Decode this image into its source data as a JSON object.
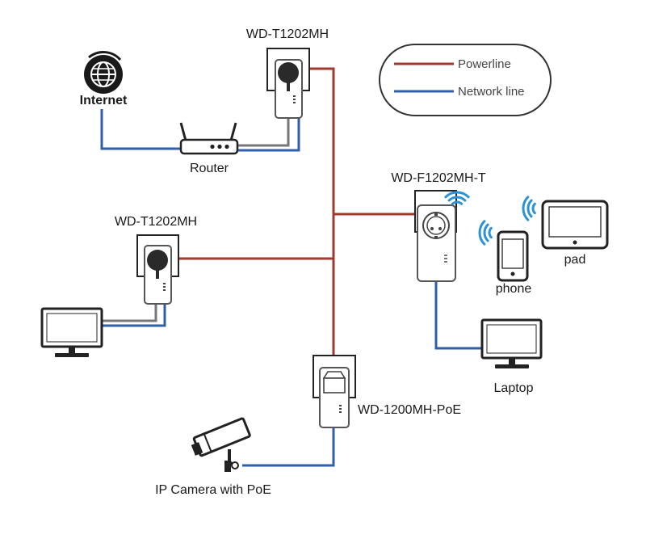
{
  "colors": {
    "powerline": "#a13a2c",
    "network": "#2f5fa8",
    "device_outline": "#555555",
    "plug_black": "#2a2a2a",
    "wifi": "#2a92d6",
    "text": "#1a1a1a"
  },
  "legend": {
    "powerline_label": "Powerline",
    "network_label": "Network line"
  },
  "nodes": {
    "internet": {
      "label": "Internet",
      "icon": "globe-icon"
    },
    "router": {
      "label": "Router",
      "icon": "router-icon"
    },
    "adapter_top": {
      "label": "WD-T1202MH",
      "icon": "powerline-adapter-icon"
    },
    "adapter_left": {
      "label": "WD-T1202MH",
      "icon": "powerline-adapter-icon"
    },
    "adapter_wifi": {
      "label": "WD-F1202MH-T",
      "icon": "powerline-wifi-adapter-icon"
    },
    "adapter_poe": {
      "label": "WD-1200MH-PoE",
      "icon": "powerline-poe-adapter-icon"
    },
    "phone": {
      "label": "phone",
      "icon": "phone-icon"
    },
    "pad": {
      "label": "pad",
      "icon": "tablet-icon"
    },
    "laptop": {
      "label": "Laptop",
      "icon": "monitor-icon"
    },
    "pc": {
      "label": "",
      "icon": "monitor-icon"
    },
    "camera": {
      "label": "IP Camera with PoE",
      "icon": "camera-icon"
    }
  }
}
